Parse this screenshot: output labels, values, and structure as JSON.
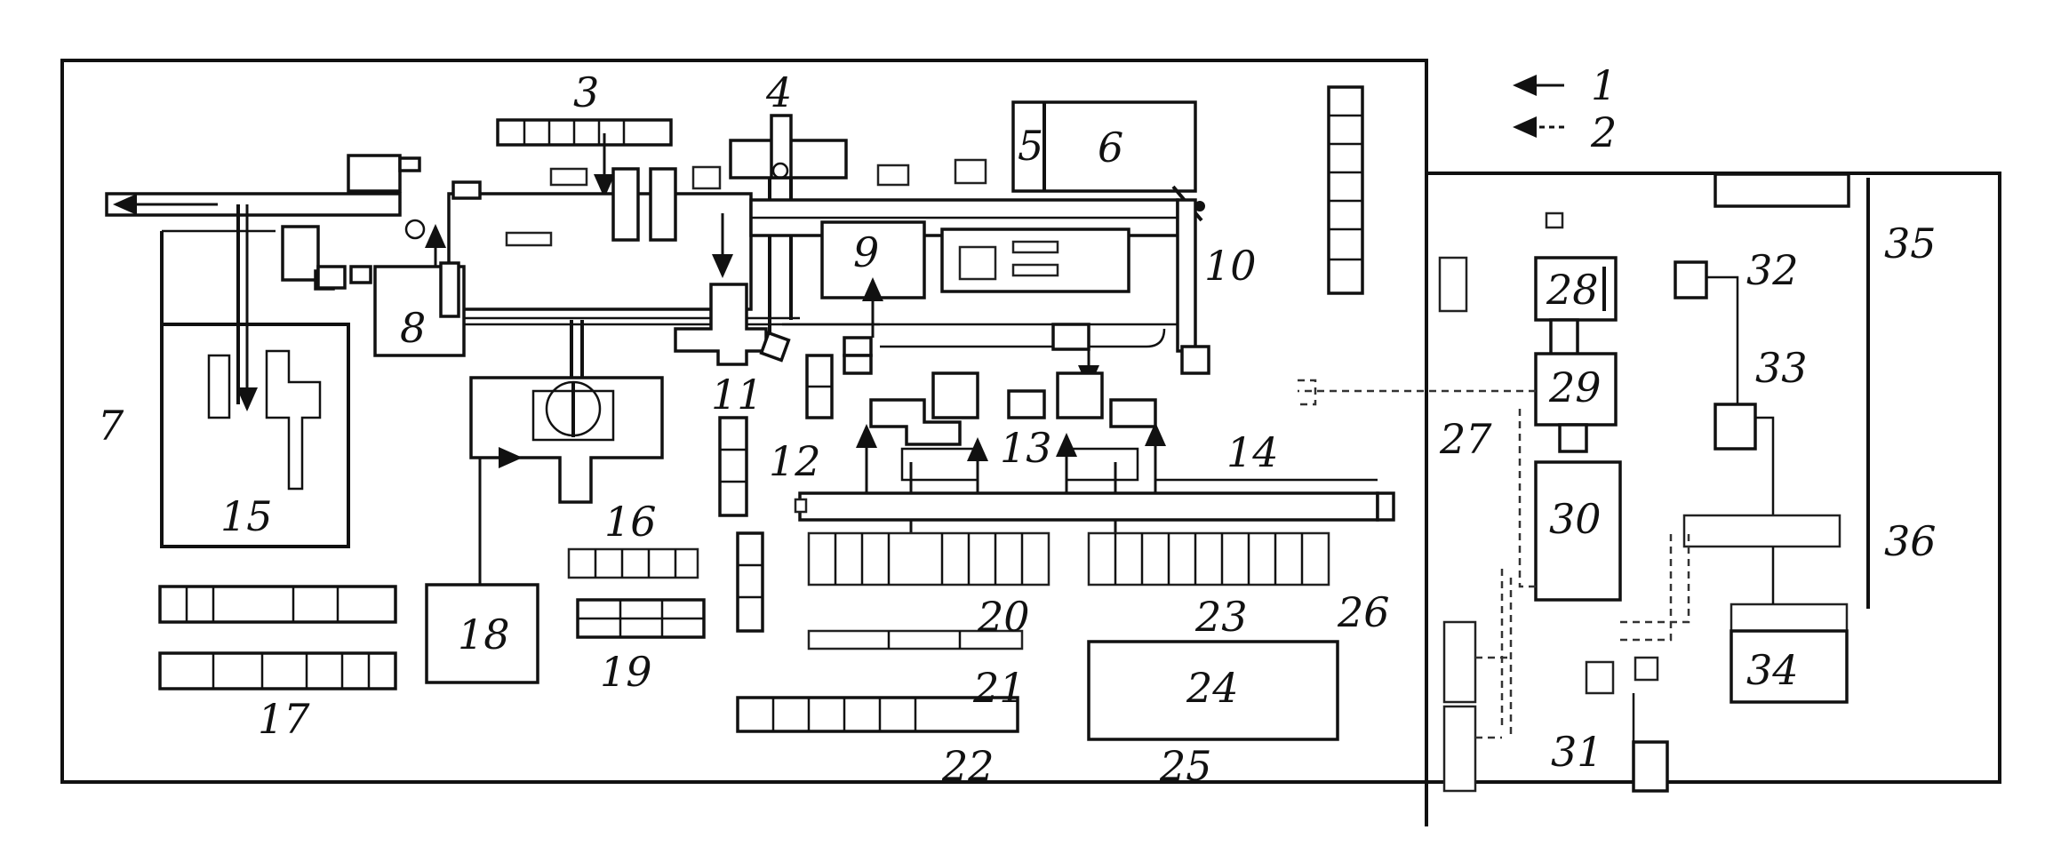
{
  "labels": {
    "n1": "1",
    "n2": "2",
    "n3": "3",
    "n4": "4",
    "n5": "5",
    "n6": "6",
    "n7": "7",
    "n8": "8",
    "n9": "9",
    "n10": "10",
    "n11": "11",
    "n12": "12",
    "n13": "13",
    "n14": "14",
    "n15": "15",
    "n16": "16",
    "n17": "17",
    "n18": "18",
    "n19": "19",
    "n20": "20",
    "n21": "21",
    "n22": "22",
    "n23": "23",
    "n24": "24",
    "n25": "25",
    "n26": "26",
    "n27": "27",
    "n28": "28",
    "n29": "29",
    "n30": "30",
    "n31": "31",
    "n32": "32",
    "n33": "33",
    "n34": "34",
    "n35": "35",
    "n36": "36"
  },
  "legend": {
    "line1": "solid arrow",
    "line2": "dashed arrow"
  }
}
